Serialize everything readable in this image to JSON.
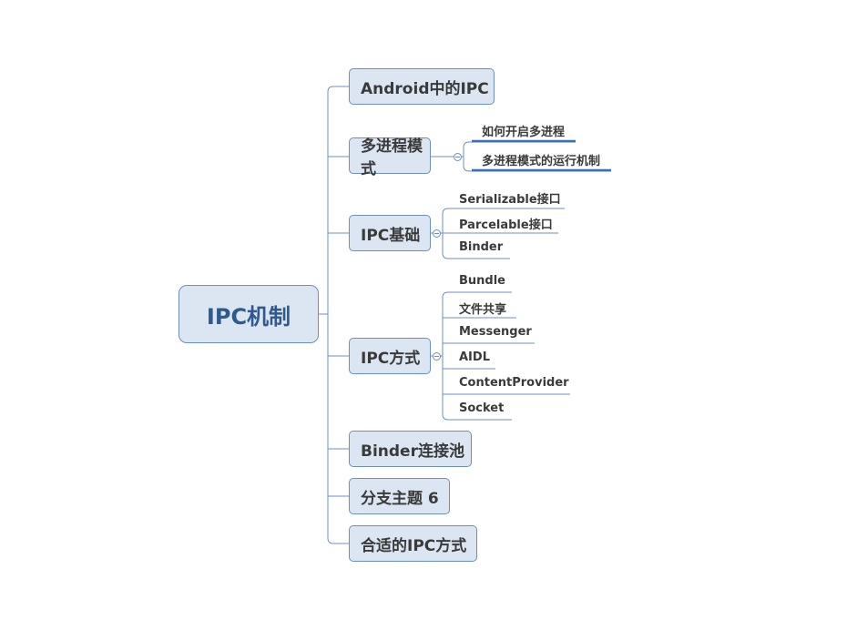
{
  "root": {
    "label": "IPC机制"
  },
  "branches": [
    {
      "label": "Android中的IPC"
    },
    {
      "label": "多进程模式",
      "children": [
        "如何开启多进程",
        "多进程模式的运行机制"
      ]
    },
    {
      "label": "IPC基础",
      "children": [
        "Serializable接口",
        "Parcelable接口",
        "Binder"
      ]
    },
    {
      "label": "IPC方式",
      "children": [
        "Bundle",
        "文件共享",
        "Messenger",
        "AIDL",
        "ContentProvider",
        "Socket"
      ]
    },
    {
      "label": "Binder连接池"
    },
    {
      "label": "分支主题 6"
    },
    {
      "label": "合适的IPC方式"
    }
  ],
  "colors": {
    "line": "#6d8fbf",
    "node_fill": "#dce6f2",
    "root_text": "#2e5a8f",
    "highlight_underline": "#3d6fb5"
  }
}
